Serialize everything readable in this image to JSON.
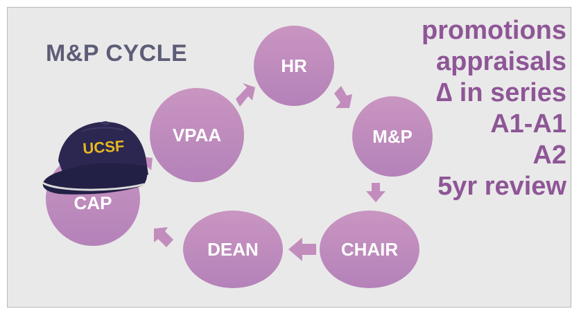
{
  "title": "M&P CYCLE",
  "nodes": [
    {
      "id": "hr",
      "label": "HR"
    },
    {
      "id": "mp",
      "label": "M&P"
    },
    {
      "id": "chair",
      "label": "CHAIR"
    },
    {
      "id": "dean",
      "label": "DEAN"
    },
    {
      "id": "cap",
      "label": "CAP"
    },
    {
      "id": "vpaa",
      "label": "VPAA"
    }
  ],
  "hat_text": "UCSF",
  "side_list": [
    "promotions",
    "appraisals",
    "∆ in series",
    "A1-A1",
    "A2",
    "5yr review"
  ],
  "colors": {
    "node_fill_light": "#c88fc0",
    "node_fill_dark": "#b07ab8",
    "title": "#5d5d78",
    "side_text": "#8e5696",
    "hat": "#2b2750",
    "hat_text": "#e8b820"
  }
}
